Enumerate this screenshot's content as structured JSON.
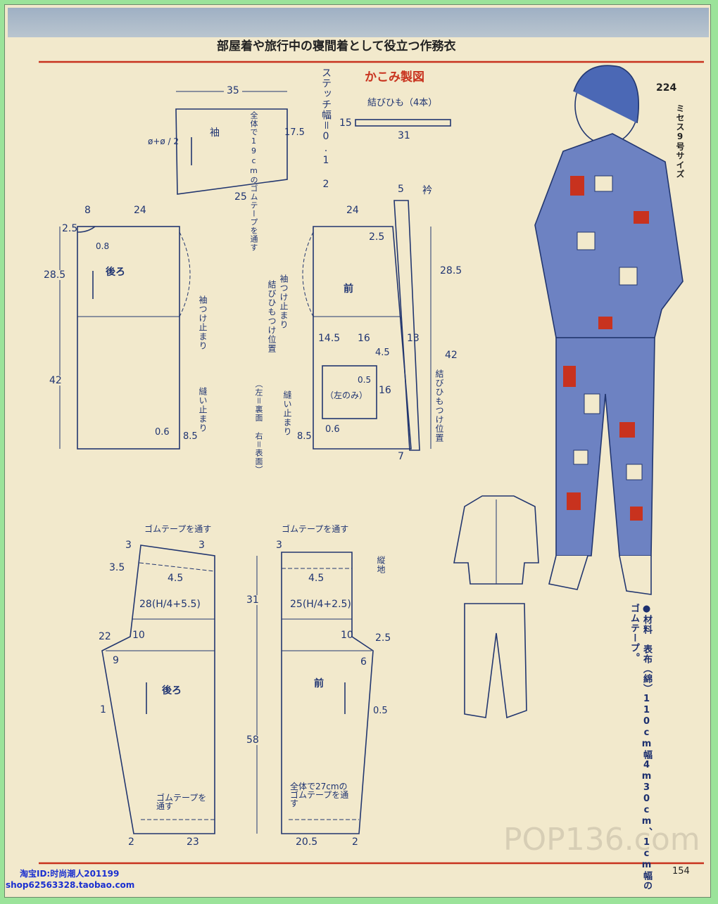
{
  "header": {
    "title": "部屋着や旅行中の寝間着として役立つ作務衣",
    "section": "かこみ製図",
    "issue_number": "224",
    "size_label": "ミセス9号サイズ"
  },
  "stitch": "ステッチ幅＝0.1 2",
  "tie": {
    "label": "結びひも（4本）",
    "w": "15",
    "l": "31"
  },
  "sleeve": {
    "name": "袖",
    "top": "35",
    "side": "17.5",
    "bottom": "25",
    "left": "ø+ø / 2",
    "note": "全体で19cmのゴムテープを通す"
  },
  "back": {
    "name": "後ろ",
    "top_a": "8",
    "top_b": "24",
    "neck": "2.5",
    "neck2": "0.8",
    "h1": "28.5",
    "h2": "42",
    "mark1": "袖つけ止まり",
    "mark2": "縫い止まり",
    "hem1": "0.6",
    "hem2": "8.5"
  },
  "front": {
    "name": "前",
    "top": "24",
    "collar_w": "5",
    "collar": "衿",
    "neck": "2.5",
    "h1": "28.5",
    "h2": "42",
    "d1": "14.5",
    "d2": "16",
    "d3": "4.5",
    "d4": "13",
    "p1": "0.5",
    "p2": "16",
    "pocket": "（左のみ）",
    "hem1": "0.6",
    "hem2": "8.5",
    "hem3": "7",
    "mark1": "袖つけ止まり",
    "mark2": "結びひもつけ位置",
    "mark3": "（左＝裏面 右＝表面）",
    "mark4": "縫い止まり",
    "mark5": "結びひもつけ位置"
  },
  "pants_back": {
    "name": "後ろ",
    "tape": "ゴムテープを通す",
    "w1": "3",
    "w2": "3",
    "w3": "3.5",
    "w4": "4.5",
    "hip": "28(H/4+5.5)",
    "c1": "22",
    "c2": "10",
    "c3": "9",
    "s": "1",
    "tape2": "ゴムテープを通す",
    "b1": "2",
    "b2": "23"
  },
  "pants_front": {
    "name": "前",
    "tape": "ゴムテープを通す",
    "w1": "3",
    "h1": "31",
    "w4": "4.5",
    "hip": "25(H/4+2.5)",
    "c1": "10",
    "c2": "2.5",
    "c3": "6",
    "s": "0.5",
    "h2": "58",
    "tape2": "全体で27cmのゴムテープを通す",
    "b1": "20.5",
    "b2": "2",
    "grain": "縦地"
  },
  "materials": {
    "line1": "●材料　表布（綿）110cm幅4m30cm、1cm幅の",
    "line2": "ゴムテープ。"
  },
  "watermark": {
    "logo": "POP136.com"
  },
  "footer": {
    "page": "154",
    "shop_id": "淘宝ID:时尚潮人201199",
    "shop_url": "shop62563328.taobao.com"
  },
  "colors": {
    "ink": "#1f3472",
    "red": "#c8321e",
    "paper": "#f2e9cc",
    "frame": "#9be39a"
  }
}
